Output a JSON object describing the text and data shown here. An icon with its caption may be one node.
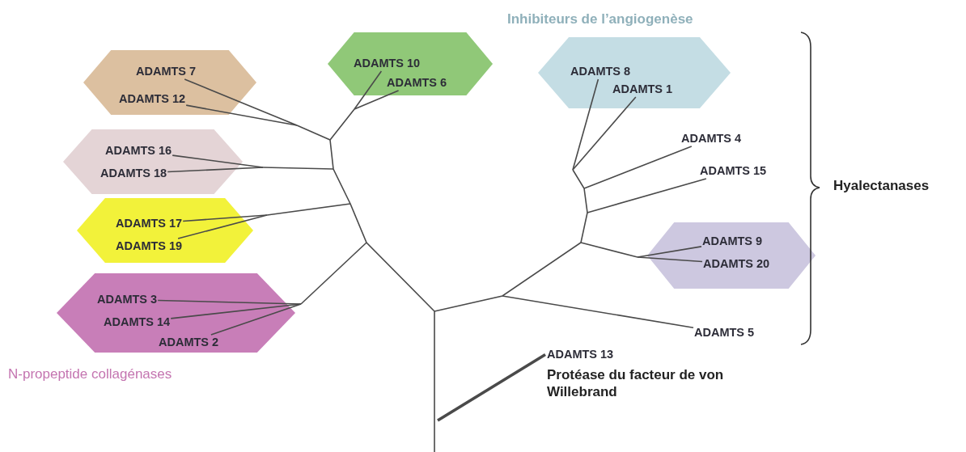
{
  "diagram": {
    "nodes": [
      {
        "text": [],
        "shape": "hexagon"
      },
      {
        "text": [
          "ADAMTS 7"
        ],
        "in": 0
      },
      {
        "text": [
          "ADAMTS 12"
        ],
        "in": 0
      },
      {
        "text": [],
        "shape": "hexagon"
      },
      {
        "text": [
          "ADAMTS 10"
        ],
        "in": 3
      },
      {
        "text": [
          "ADAMTS 6"
        ],
        "in": 3
      },
      {
        "text": [],
        "shape": "hexagon"
      },
      {
        "text": [
          "ADAMTS 16"
        ],
        "in": 6
      },
      {
        "text": [
          "ADAMTS 18"
        ],
        "in": 6
      },
      {
        "text": [],
        "shape": "hexagon"
      },
      {
        "text": [
          "ADAMTS 17"
        ],
        "in": 9
      },
      {
        "text": [
          "ADAMTS 19"
        ],
        "in": 9
      },
      {
        "text": [],
        "shape": "hexagon"
      },
      {
        "text": [
          "ADAMTS 3"
        ],
        "in": 12
      },
      {
        "text": [
          "ADAMTS 14"
        ],
        "in": 12
      },
      {
        "text": [
          "ADAMTS 2"
        ],
        "in": 12
      },
      {
        "text": [],
        "shape": "hexagon"
      },
      {
        "text": [
          "ADAMTS 8"
        ],
        "in": 16
      },
      {
        "text": [
          "ADAMTS 1"
        ],
        "in": 16
      },
      {
        "text": [
          "ADAMTS 4"
        ]
      },
      {
        "text": [
          "ADAMTS 15"
        ]
      },
      {
        "text": [],
        "shape": "hexagon"
      },
      {
        "text": [
          "ADAMTS 9"
        ],
        "in": 21
      },
      {
        "text": [
          "ADAMTS 20"
        ],
        "in": 21
      },
      {
        "text": [
          "ADAMTS 5"
        ]
      },
      {
        "text": [
          "ADAMTS 13",
          "Protéase du facteur de von Willebrand"
        ]
      }
    ],
    "edges": [
      {
        "from": null,
        "to": 1,
        "arrow": "none"
      },
      {
        "from": null,
        "to": 2,
        "arrow": "none"
      },
      {
        "from": null,
        "to": 4,
        "arrow": "none"
      },
      {
        "from": null,
        "to": 5,
        "arrow": "none"
      },
      {
        "from": null,
        "to": 7,
        "arrow": "none"
      },
      {
        "from": null,
        "to": 8,
        "arrow": "none"
      },
      {
        "from": null,
        "to": 10,
        "arrow": "none"
      },
      {
        "from": null,
        "to": 11,
        "arrow": "none"
      },
      {
        "from": null,
        "to": 13,
        "arrow": "none"
      },
      {
        "from": null,
        "to": 14,
        "arrow": "none"
      },
      {
        "from": null,
        "to": 15,
        "arrow": "none"
      },
      {
        "from": null,
        "to": 17,
        "arrow": "none"
      },
      {
        "from": null,
        "to": 18,
        "arrow": "none"
      },
      {
        "from": null,
        "to": 19,
        "arrow": "none"
      },
      {
        "from": null,
        "to": 20,
        "arrow": "none"
      },
      {
        "from": null,
        "to": 22,
        "arrow": "none"
      },
      {
        "from": null,
        "to": 23,
        "arrow": "none"
      },
      {
        "from": null,
        "to": 24,
        "arrow": "none"
      },
      {
        "from": null,
        "to": 25,
        "arrow": "none",
        "style": "thick"
      }
    ],
    "labels": [
      "Inhibiteurs de l’angiogenèse",
      "Hyalectanases",
      "N-propeptide collagénases"
    ]
  }
}
